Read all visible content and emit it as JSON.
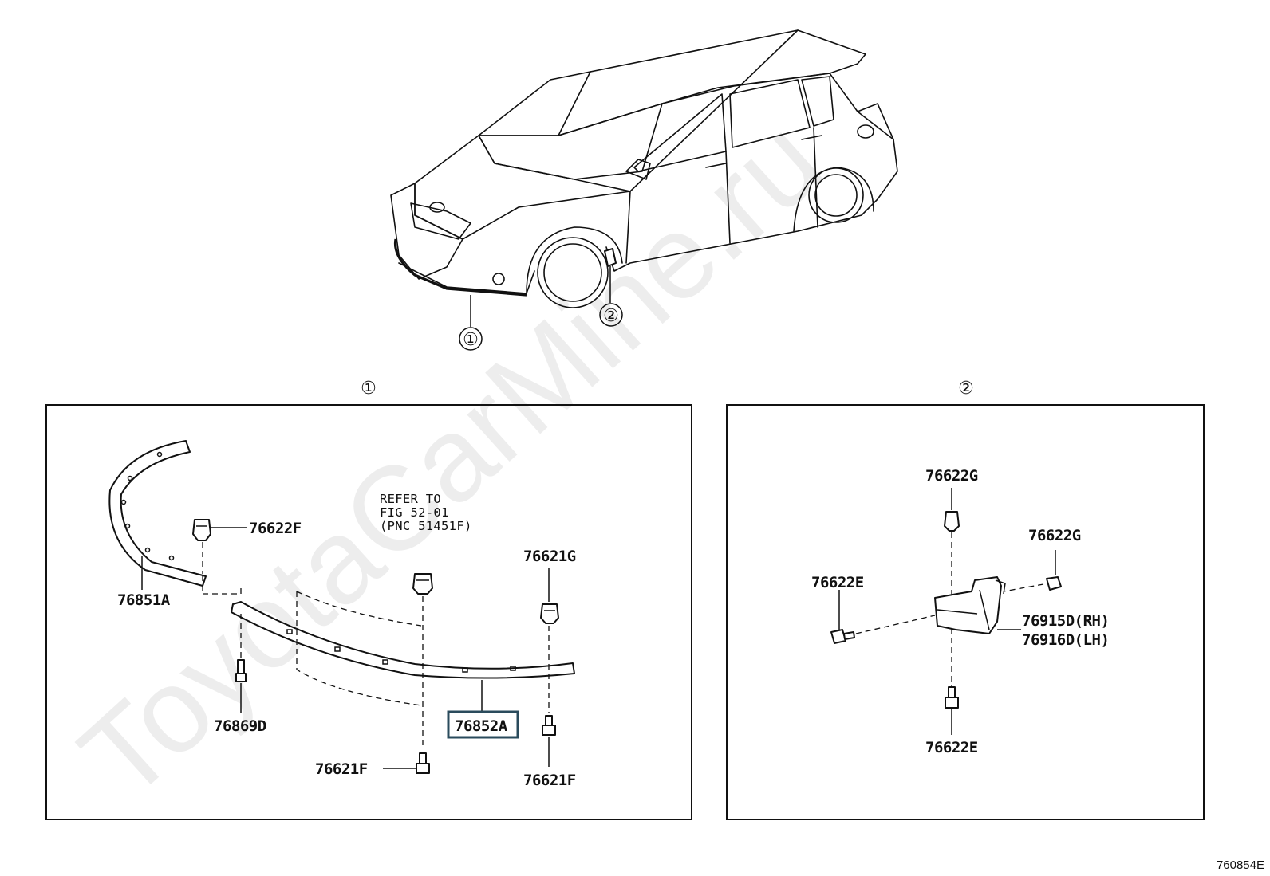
{
  "watermark": "ToyotaCarMine.ru",
  "diagram_code": "760854E",
  "callouts": {
    "c1": "①",
    "c2": "②"
  },
  "panel1": {
    "title": "①",
    "refer_note": [
      "REFER TO",
      "FIG 52-01",
      "(PNC 51451F)"
    ],
    "parts": {
      "p76622F": "76622F",
      "p76851A": "76851A",
      "p76621G": "76621G",
      "p76869D": "76869D",
      "p76852A": "76852A",
      "p76621F_a": "76621F",
      "p76621F_b": "76621F"
    }
  },
  "panel2": {
    "title": "②",
    "parts": {
      "p76622G_top": "76622G",
      "p76622G_right": "76622G",
      "p76622E_left": "76622E",
      "p76915D": "76915D(RH)",
      "p76916D": "76916D(LH)",
      "p76622E_bottom": "76622E"
    }
  },
  "colors": {
    "line": "#111111",
    "highlight": "#2a4b5c",
    "background": "#ffffff"
  }
}
